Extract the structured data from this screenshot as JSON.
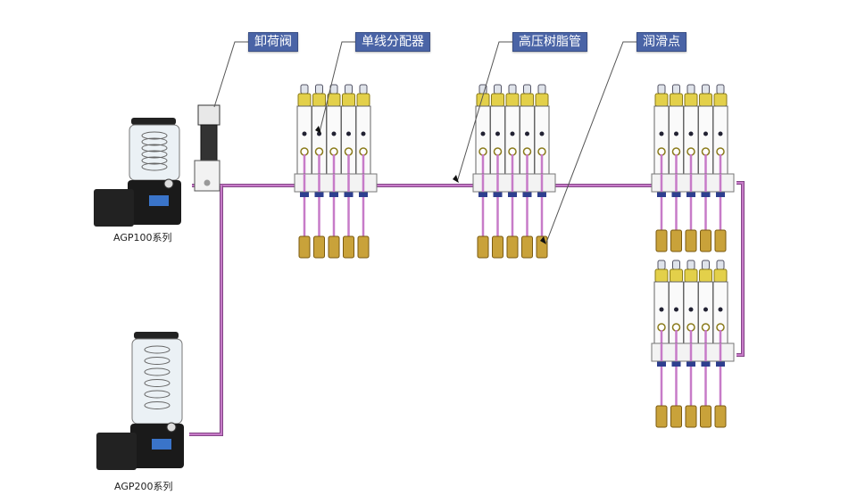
{
  "labels": {
    "unloading_valve": "卸荷阀",
    "distributor": "单线分配器",
    "resin_tube": "高压树脂管",
    "lube_point": "润滑点"
  },
  "pumps": [
    {
      "name": "AGP100系列"
    },
    {
      "name": "AGP200系列"
    }
  ],
  "colors": {
    "label_bg": "#4a64a6",
    "pipe": "#c77bc8",
    "fitting": "#c9a23a",
    "leader": "#555555"
  }
}
